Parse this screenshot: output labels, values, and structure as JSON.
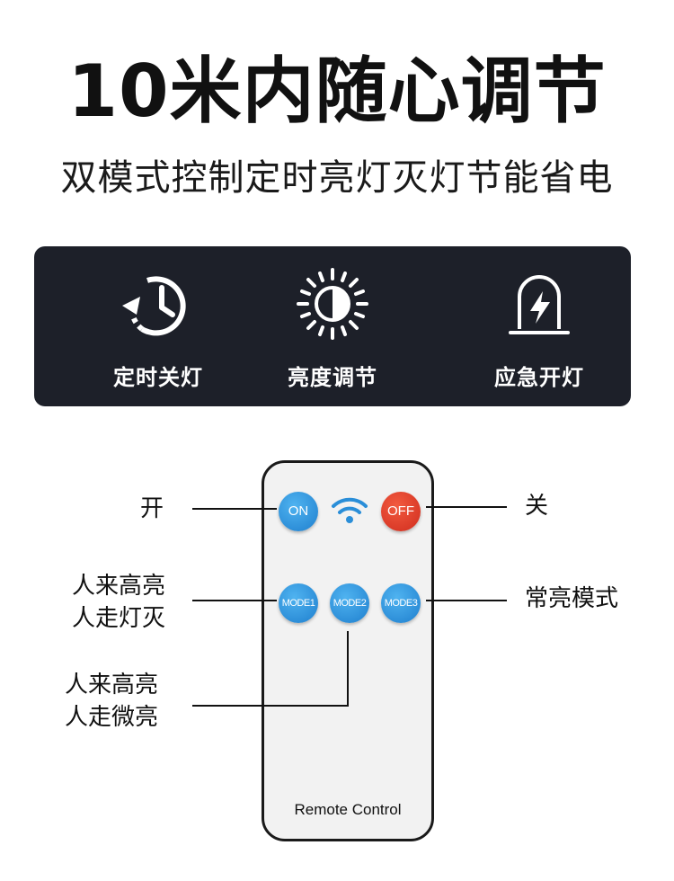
{
  "header": {
    "title": "10米内随心调节",
    "subtitle": "双模式控制定时亮灯灭灯节能省电"
  },
  "features": [
    {
      "icon": "timer-clock-icon",
      "label": "定时关灯"
    },
    {
      "icon": "brightness-sun-icon",
      "label": "亮度调节"
    },
    {
      "icon": "emergency-light-icon",
      "label": "应急开灯"
    }
  ],
  "remote": {
    "label": "Remote Control",
    "buttons": {
      "on": "ON",
      "off": "OFF",
      "mode1": "MODE1",
      "mode2": "MODE2",
      "mode3": "MODE3"
    },
    "signal_icon": "wifi-signal-icon"
  },
  "callouts": {
    "on": "开",
    "off": "关",
    "mode1_line1": "人来高亮",
    "mode1_line2": "人走灯灭",
    "mode2_line1": "人来高亮",
    "mode2_line2": "人走微亮",
    "mode3": "常亮模式"
  },
  "colors": {
    "panel_bg": "#1d2029",
    "button_blue": "#1f7fce",
    "button_red": "#d02d1e"
  }
}
